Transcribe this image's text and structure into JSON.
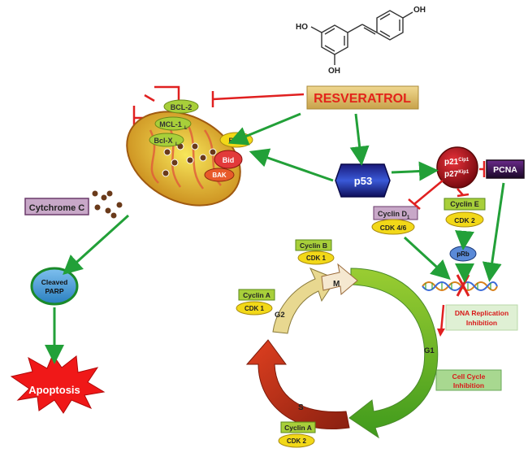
{
  "molecule": {
    "oh_top": "OH",
    "oh_left": "HO",
    "oh_bottom": "OH"
  },
  "resveratrol": {
    "label": "RESVERATROL"
  },
  "mito_proteins": {
    "bcl2": "BCL-2",
    "mcl1": "MCL-1",
    "mcl1_sub": "L",
    "bclx": "Bcl-X",
    "bclx_sub": "L",
    "bax": "BAX",
    "bid": "Bid",
    "bak": "BAK"
  },
  "cytochrome": {
    "label": "Cytchrome C"
  },
  "parp": {
    "line1": "Cleaved",
    "line2": "PARP"
  },
  "apoptosis": {
    "label": "Apoptosis"
  },
  "p53": {
    "label": "p53"
  },
  "p21": {
    "base": "p21",
    "sup": "Cip1"
  },
  "p27": {
    "base": "p27",
    "sup": "Kip1"
  },
  "pcna": {
    "label": "PCNA"
  },
  "cyclin_d": {
    "label": "Cyclin D",
    "sub": "1",
    "cdk": "CDK 4/6"
  },
  "cyclin_e": {
    "label": "Cyclin E",
    "cdk": "CDK 2"
  },
  "prb": {
    "label": "pRb"
  },
  "dna_box": {
    "line1": "DNA Replication",
    "line2": "Inhibition"
  },
  "cc_box": {
    "line1": "Cell Cycle",
    "line2": "Inhibition"
  },
  "cycle": {
    "m": "M",
    "g1": "G1",
    "s": "S",
    "g2": "G2"
  },
  "cyclin_b": {
    "label": "Cyclin B",
    "cdk": "CDK 1"
  },
  "cyclin_a_g2": {
    "label": "Cyclin A",
    "cdk": "CDK 1"
  },
  "cyclin_a_s": {
    "label": "Cyclin A",
    "cdk": "CDK 2"
  },
  "colors": {
    "arrow": "#22a038",
    "inhibit": "#e02020",
    "accent": "#c8a24a"
  }
}
